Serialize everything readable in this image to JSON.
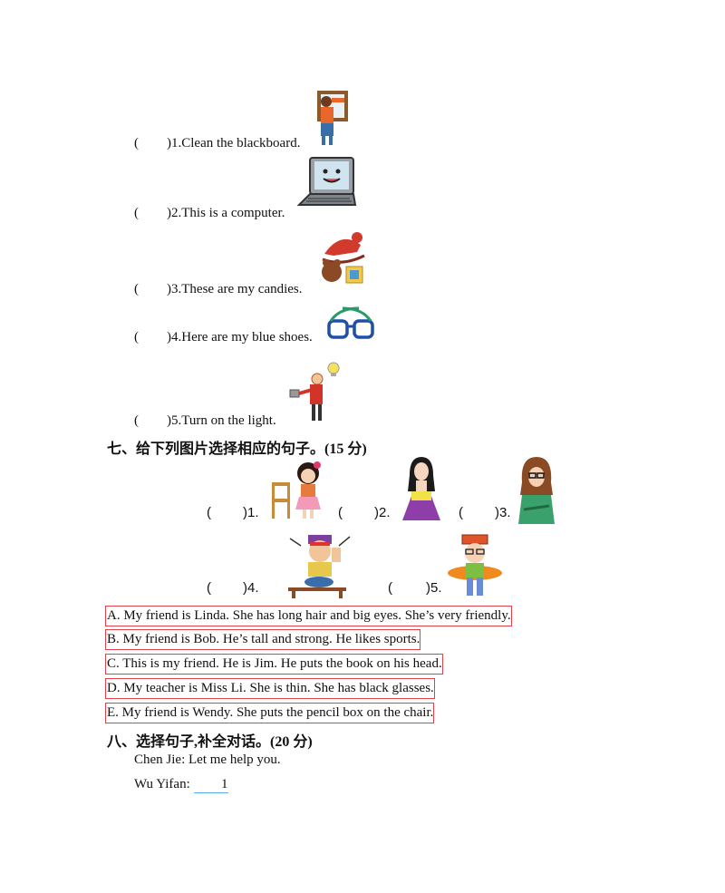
{
  "part_a": {
    "items": [
      {
        "paren": "(",
        "close": ")",
        "text": "1.Clean the blackboard.",
        "icon": "boy-cleaning-window-icon"
      },
      {
        "paren": "(",
        "close": ")",
        "text": "2.This is a computer.",
        "icon": "laptop-computer-icon"
      },
      {
        "paren": "(",
        "close": ")",
        "text": "3.These are my candies.",
        "icon": "toys-icon"
      },
      {
        "paren": "(",
        "close": ")",
        "text": "4.Here are my blue shoes.",
        "icon": "glasses-icon"
      },
      {
        "paren": "(",
        "close": ")",
        "text": "5.Turn on the light.",
        "icon": "boy-light-switch-icon"
      }
    ]
  },
  "section7": {
    "title": "七、给下列图片选择相应的句子。(15 分)",
    "pictures": [
      {
        "paren": "(",
        "close": ")",
        "num": "1."
      },
      {
        "paren": "(",
        "close": ")",
        "num": "2."
      },
      {
        "paren": "(",
        "close": ")",
        "num": "3."
      },
      {
        "paren": "(",
        "close": ")",
        "num": "4."
      },
      {
        "paren": "(",
        "close": ")",
        "num": "5."
      }
    ],
    "options": [
      "A. My friend is Linda. She has long hair and big eyes. She’s very friendly.",
      "B. My friend is Bob. He’s tall and strong. He likes sports.",
      "C. This is my friend. He is Jim. He puts the book on his head.",
      "D. My teacher is Miss Li. She is thin. She has black glasses.",
      "E. My friend is Wendy. She puts the pencil box on the chair."
    ]
  },
  "section8": {
    "title": "八、选择句子,补全对话。(20 分)",
    "lines": [
      {
        "speaker": "Chen Jie:",
        "text": "Let me help you."
      },
      {
        "speaker": "Wu Yifan:",
        "blank": "1"
      }
    ]
  },
  "colors": {
    "option_border": "#e0424a",
    "blank_underline": "#5ab0e6"
  }
}
